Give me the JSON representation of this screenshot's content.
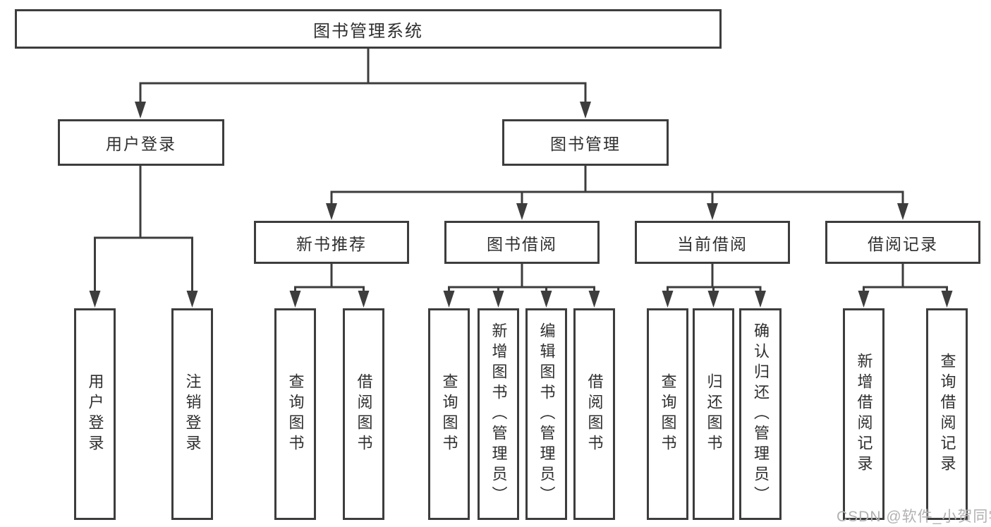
{
  "diagram_type": "hierarchy-tree",
  "colors": {
    "line": "#3d3d3d",
    "node_border": "#3d3d3d",
    "node_fill": "#ffffff",
    "text": "#2f2f2f",
    "watermark": "#b1b1b1",
    "background": "#ffffff"
  },
  "watermark": {
    "text": "CSDN @软件_小贺同学"
  },
  "hierarchy": {
    "label": "图书管理系统",
    "children": [
      {
        "label": "用户登录",
        "children": [
          {
            "label": "用户登录"
          },
          {
            "label": "注销登录"
          }
        ]
      },
      {
        "label": "图书管理",
        "children": [
          {
            "label": "新书推荐",
            "children": [
              {
                "label": "查询图书"
              },
              {
                "label": "借阅图书"
              }
            ]
          },
          {
            "label": "图书借阅",
            "children": [
              {
                "label": "查询图书"
              },
              {
                "label": "新增图书（管理员）"
              },
              {
                "label": "编辑图书（管理员）"
              },
              {
                "label": "借阅图书"
              }
            ]
          },
          {
            "label": "当前借阅",
            "children": [
              {
                "label": "查询图书"
              },
              {
                "label": "归还图书"
              },
              {
                "label": "确认归还（管理员）"
              }
            ]
          },
          {
            "label": "借阅记录",
            "children": [
              {
                "label": "新增借阅记录"
              },
              {
                "label": "查询借阅记录"
              }
            ]
          }
        ]
      }
    ]
  }
}
